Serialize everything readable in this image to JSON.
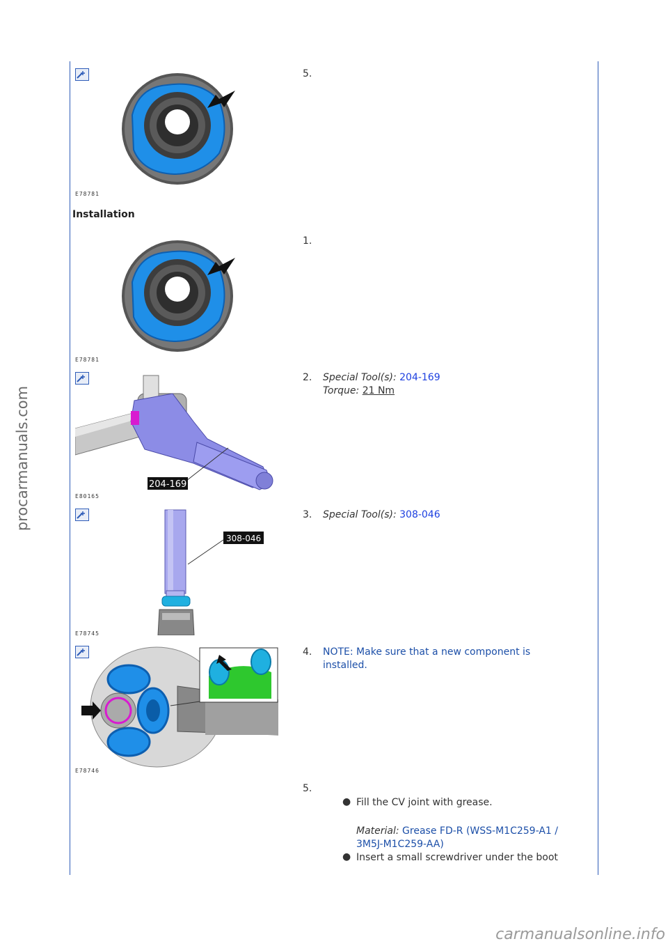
{
  "watermark_left": "procarmanuals.com",
  "watermark_footer": "carmanualsonline.info",
  "section_title": "Installation",
  "steps": [
    {
      "num": "5.",
      "figure": "E78781"
    },
    {
      "num": "1.",
      "figure": "E78781"
    },
    {
      "num": "2.",
      "figure": "E80165",
      "tool_label": "Special Tool(s):",
      "tool_value": "204-169",
      "torque_label": "Torque:",
      "torque_value": "21 Nm",
      "callout": "204-169"
    },
    {
      "num": "3.",
      "figure": "E78745",
      "tool_label": "Special Tool(s):",
      "tool_value": "308-046",
      "callout": "308-046"
    },
    {
      "num": "4.",
      "figure": "E78746",
      "note_line1": "NOTE: Make sure that a new component is",
      "note_line2": "installed."
    },
    {
      "num": "5.",
      "bullet1": "Fill the CV joint with grease.",
      "material_label": "Material:",
      "material_line1": "Grease FD-R (WSS-M1C259-A1 /",
      "material_line2": "3M5J-M1C259-AA)",
      "bullet2": "Insert a small screwdriver under the boot"
    }
  ],
  "colors": {
    "border": "#2e5cb8",
    "link": "#1c3fe0",
    "note": "#1c4fa8",
    "boot": "#1f8fe8",
    "tool": "#8c8ce6",
    "marker": "#1fb0e0"
  }
}
